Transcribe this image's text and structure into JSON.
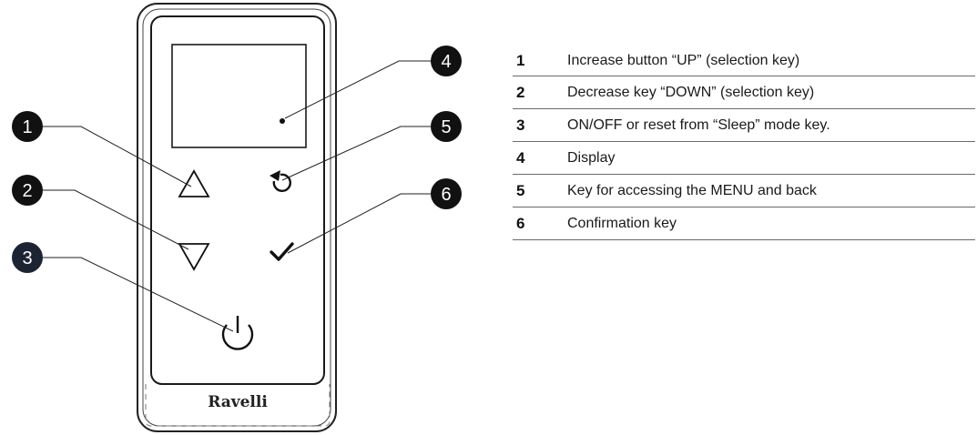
{
  "device": {
    "brand": "Ravelli"
  },
  "callouts": [
    {
      "number": "1"
    },
    {
      "number": "2"
    },
    {
      "number": "3"
    },
    {
      "number": "4"
    },
    {
      "number": "5"
    },
    {
      "number": "6"
    }
  ],
  "legend": [
    {
      "number": "1",
      "text": "Increase button “UP” (selection key)"
    },
    {
      "number": "2",
      "text": "Decrease key “DOWN” (selection key)"
    },
    {
      "number": "3",
      "text": "ON/OFF or reset from “Sleep” mode key."
    },
    {
      "number": "4",
      "text": "Display"
    },
    {
      "number": "5",
      "text": "Key for accessing the MENU and back"
    },
    {
      "number": "6",
      "text": "Confirmation key"
    }
  ],
  "colors": {
    "callout_fill": "#111111",
    "callout_3_fill": "#1c2434",
    "outline": "#222222"
  },
  "icons": {
    "up": "triangle-up-icon",
    "down": "triangle-down-icon",
    "back": "back-arrow-icon",
    "confirm": "checkmark-icon",
    "power": "power-icon"
  }
}
